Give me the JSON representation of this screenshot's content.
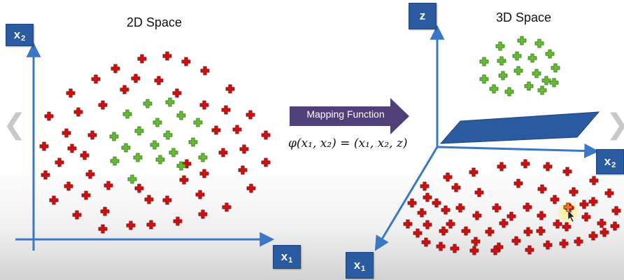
{
  "left_panel": {
    "title": "2D Space",
    "x_axis_label": "x",
    "x_axis_sub": "1",
    "y_axis_label": "x",
    "y_axis_sub": "2"
  },
  "right_panel": {
    "title": "3D Space",
    "z_axis_label": "z",
    "x1_axis_label": "x",
    "x1_axis_sub": "1",
    "x2_axis_label": "x",
    "x2_axis_sub": "2"
  },
  "mapping": {
    "label": "Mapping Function",
    "formula": "φ(x₁, x₂) = (x₁, x₂, z)"
  },
  "navigation": {
    "prev_icon": "chevron-left-icon",
    "next_icon": "chevron-right-icon"
  },
  "colors": {
    "red_class": "#cc1111",
    "green_class": "#66bb33",
    "axis": "#3a78c6",
    "axis_box": "#2a5ba0",
    "arrow": "#50407a",
    "plane": "#2a5ba0"
  }
}
